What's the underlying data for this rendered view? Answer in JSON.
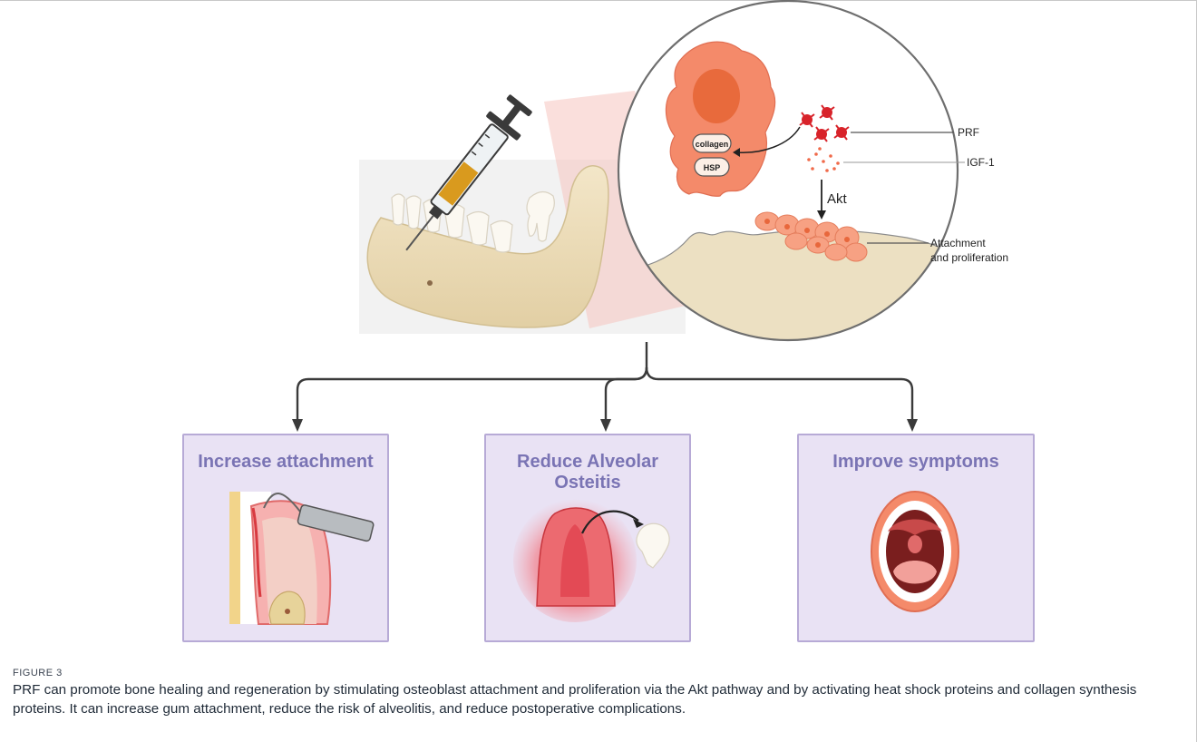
{
  "labels": {
    "collagen": "collagen",
    "hsp": "HSP",
    "prf": "PRF",
    "igf1": "IGF-1",
    "akt": "Akt",
    "attachment_line1": "Attachment",
    "attachment_line2": "and proliferation"
  },
  "boxes": [
    {
      "title": "Increase attachment"
    },
    {
      "title": "Reduce Alveolar Osteitis"
    },
    {
      "title": "Improve symptoms"
    }
  ],
  "caption": {
    "label": "FIGURE 3",
    "text": "PRF can promote bone healing and regeneration by stimulating osteoblast attachment and proliferation via the Akt pathway and by activating heat shock proteins and collagen synthesis proteins. It can increase gum attachment, reduce the risk of alveolitis, and reduce postoperative complications."
  },
  "colors": {
    "box_fill": "#e9e2f4",
    "box_border": "#b7aad6",
    "box_title": "#7a74b4",
    "cell": "#f48a6a",
    "bone": "#ece0c2",
    "prf_red": "#d8232a"
  }
}
